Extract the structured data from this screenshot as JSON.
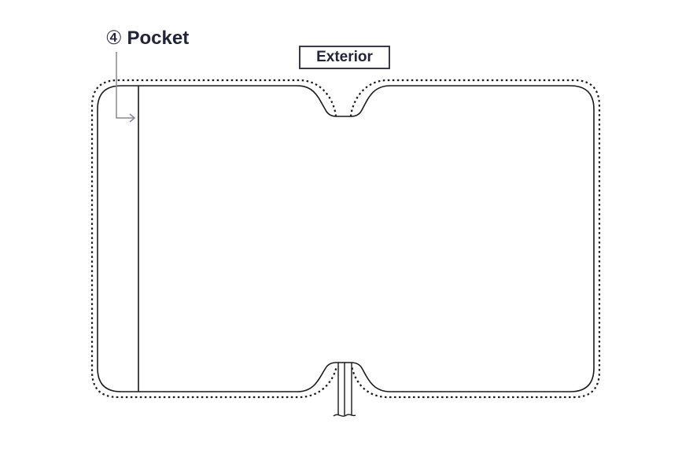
{
  "callout": {
    "number": "④",
    "label": "Pocket"
  },
  "view_label": "Exterior",
  "colors": {
    "ink": "#23233a",
    "line": "#1a1a1a",
    "arrow": "#888894"
  }
}
